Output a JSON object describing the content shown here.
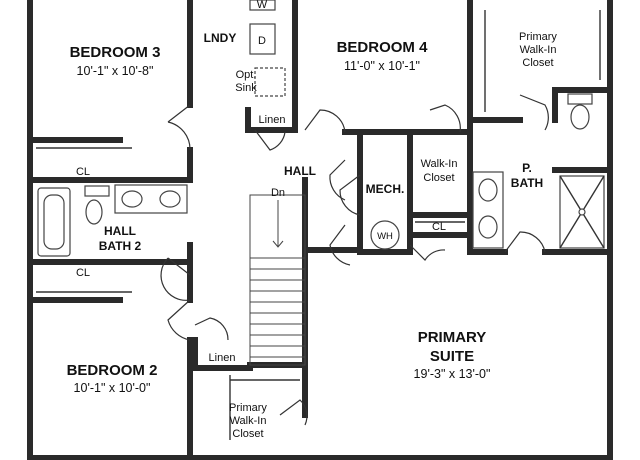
{
  "rooms": {
    "bedroom3": {
      "name": "BEDROOM 3",
      "dims": "10'-1\" x 10'-8\""
    },
    "bedroom4": {
      "name": "BEDROOM 4",
      "dims": "11'-0\" x 10'-1\""
    },
    "bedroom2": {
      "name": "BEDROOM 2",
      "dims": "10'-1\" x 10'-0\""
    },
    "primary_suite": {
      "name_line1": "PRIMARY",
      "name_line2": "SUITE",
      "dims": "19'-3\" x 13'-0\""
    },
    "laundry": {
      "name": "LNDY"
    },
    "hall": {
      "name": "HALL"
    },
    "hall_bath": {
      "name_line1": "HALL",
      "name_line2": "BATH 2"
    },
    "mech": {
      "name": "MECH."
    },
    "p_bath": {
      "name_line1": "P.",
      "name_line2": "BATH"
    }
  },
  "labels": {
    "washer": "W",
    "dryer": "D",
    "opt_sink_line1": "Opt.",
    "opt_sink_line2": "Sink",
    "linen_top": "Linen",
    "linen_bottom": "Linen",
    "stairs_down": "Dn",
    "water_heater": "WH",
    "closet_b3": "CL",
    "closet_b2": "CL",
    "closet_mech": "CL",
    "walkin_closet_line1": "Walk-In",
    "walkin_closet_line2": "Closet",
    "primary_walkin_top_line1": "Primary",
    "primary_walkin_top_line2": "Walk-In",
    "primary_walkin_top_line3": "Closet",
    "primary_walkin_bottom_line1": "Primary",
    "primary_walkin_bottom_line2": "Walk-In",
    "primary_walkin_bottom_line3": "Closet"
  }
}
